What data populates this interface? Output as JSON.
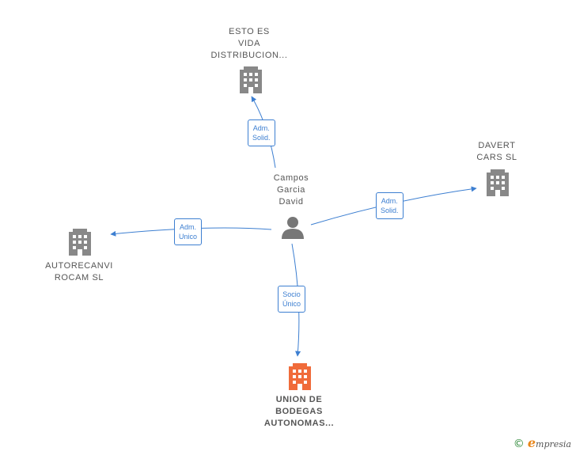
{
  "colors": {
    "edge": "#3d7fd1",
    "company_icon": "#888888",
    "main_company_icon": "#f06b3a",
    "person_icon": "#777777"
  },
  "center": {
    "label": "Campos\nGarcia\nDavid",
    "icon": "person-icon"
  },
  "companies": [
    {
      "id": "esto",
      "label": "ESTO ES\nVIDA\nDISTRIBUCION...",
      "icon": "building-icon"
    },
    {
      "id": "davert",
      "label": "DAVERT\nCARS  SL",
      "icon": "building-icon"
    },
    {
      "id": "autorecanvi",
      "label": "AUTORECANVI\nROCAM  SL",
      "icon": "building-icon"
    },
    {
      "id": "union",
      "label": "UNION DE\nBODEGAS\nAUTONOMAS...",
      "icon": "building-icon",
      "highlight": true
    }
  ],
  "relations": [
    {
      "to": "esto",
      "label": "Adm.\nSolid."
    },
    {
      "to": "davert",
      "label": "Adm.\nSolid."
    },
    {
      "to": "autorecanvi",
      "label": "Adm.\nUnico"
    },
    {
      "to": "union",
      "label": "Socio\nÚnico"
    }
  ],
  "footer": {
    "copyright": "©",
    "brand_initial": "e",
    "brand_rest": "mpresia"
  }
}
